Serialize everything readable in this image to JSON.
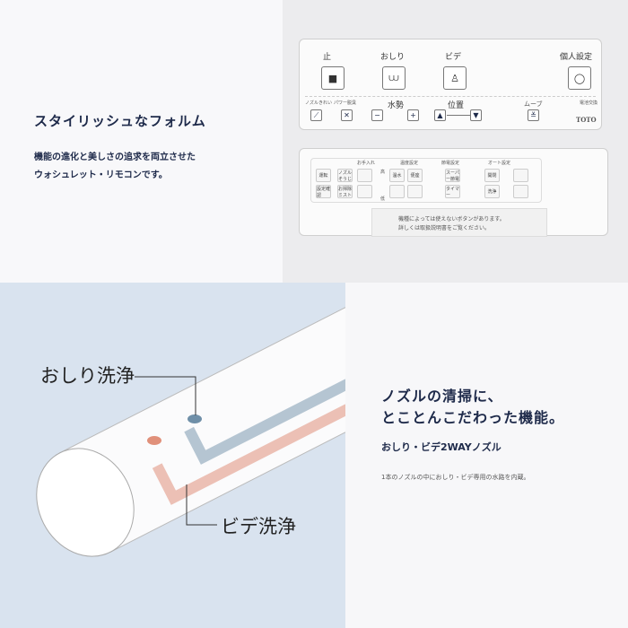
{
  "section1": {
    "heading": "スタイリッシュなフォルム",
    "body_line1": "機能の進化と美しさの追求を両立させた",
    "body_line2": "ウォシュレット・リモコンです。"
  },
  "remote_front": {
    "stop": "止",
    "oshiri": "おしり",
    "bidet": "ビデ",
    "personal": "個人設定",
    "nozzle_clean": "ノズルきれい",
    "power_deodorize": "パワー脱臭",
    "water_pressure": "水勢",
    "position": "位置",
    "move": "ムーブ",
    "battery": "電池交換",
    "brand": "TOTO",
    "minus": "−",
    "plus": "+",
    "up": "▲",
    "down": "▼"
  },
  "remote_panel": {
    "care": "お手入れ",
    "temp": "温度設定",
    "energy": "節電設定",
    "auto": "オート設定",
    "run": "運転",
    "check": "設定確認",
    "nozzle": "ノズルそうじ",
    "mist": "お掃除ミスト",
    "warm_water": "温水",
    "seat": "便座",
    "super": "スーパー節電",
    "timer": "タイマー",
    "open_close": "開閉",
    "flush": "洗浄",
    "high": "高",
    "low": "低",
    "notice_line1": "機種によっては使えないボタンがあります。",
    "notice_line2": "詳しくは取扱説明書をご覧ください。"
  },
  "section2": {
    "label_oshiri": "おしり洗浄",
    "label_bidet": "ビデ洗浄",
    "heading_line1": "ノズルの清掃に、",
    "heading_line2": "とことんこだわった機能。",
    "subheading": "おしり・ビデ2WAYノズル",
    "body": "1本のノズルの中におしり・ビデ専用の水路を内蔵。"
  },
  "colors": {
    "navy": "#1e2a4a",
    "oshiri_channel": "#6f8fa8",
    "bidet_channel": "#e0907a",
    "bg_blue": "#d9e3ef"
  }
}
